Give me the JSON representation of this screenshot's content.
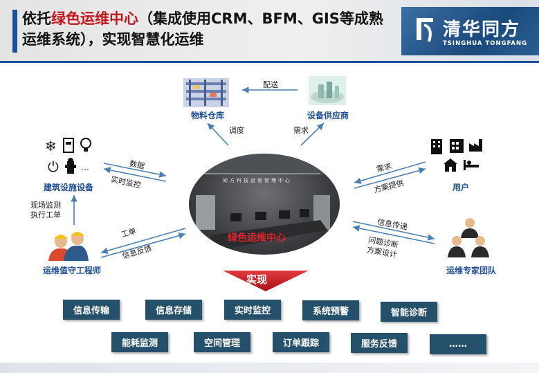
{
  "header": {
    "title_prefix": "依托",
    "title_highlight": "绿色运维中心",
    "title_line1_rest": "（集成使用CRM、BFM、GIS等成熟",
    "title_line2": "运维系统），实现智慧化运维",
    "logo_cn": "清华同方",
    "logo_en": "TSINGHUA TONGFANG"
  },
  "nodes": {
    "warehouse": "物料仓库",
    "supplier": "设备供应商",
    "facilities": "建筑设施设备",
    "users": "用户",
    "engineer": "运维值守工程师",
    "experts": "运维专家团队",
    "center": "绿色运维中心",
    "center_sign": "同方科技运维管理中心"
  },
  "edges": {
    "delivery": "配送",
    "dispatch": "调度",
    "demand_top": "需求",
    "data": "数据",
    "realtime_monitor": "实时监控",
    "demand_right": "需求",
    "solution_provide": "方案提供",
    "onsite_line1": "现场监测",
    "onsite_line2": "执行工单",
    "work_order": "工单",
    "info_feedback": "信息反馈",
    "info_transfer": "信息传递",
    "diagnosis_line1": "问题诊断",
    "diagnosis_line2": "方案设计"
  },
  "banner": "实现",
  "functions_row1": [
    "信息传输",
    "信息存储",
    "实时监控",
    "系统预警",
    "智能诊断"
  ],
  "functions_row2": [
    "能耗监测",
    "空间管理",
    "订单跟踪",
    "服务反馈",
    "……"
  ],
  "colors": {
    "accent_blue": "#1d4f94",
    "highlight_red": "#c4161c",
    "button_bg": "#25506b",
    "arrow_blue": "#4a7fb0",
    "banner_red": "#c8171d"
  }
}
